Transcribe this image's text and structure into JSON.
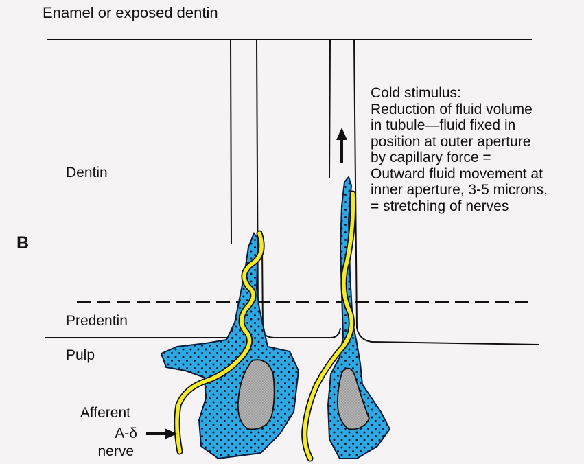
{
  "panel_letter": "B",
  "labels": {
    "enamel": "Enamel or exposed dentin",
    "dentin": "Dentin",
    "predentin": "Predentin",
    "pulp": "Pulp",
    "afferent_line1": "Afferent",
    "afferent_line2": "A-δ",
    "afferent_line3": "nerve"
  },
  "stimulus": {
    "lines": [
      "Cold stimulus:",
      "Reduction of fluid volume",
      "in tubule—fluid fixed in",
      "position at outer aperture",
      "by capillary force =",
      "Outward fluid movement at",
      "inner aperture, 3-5 microns,",
      "= stretching of nerves"
    ]
  },
  "colors": {
    "odontoblast": "#2fa7e0",
    "nucleus": "#a9a9a9",
    "nerve": "#f3ea2b",
    "line": "#111111"
  }
}
